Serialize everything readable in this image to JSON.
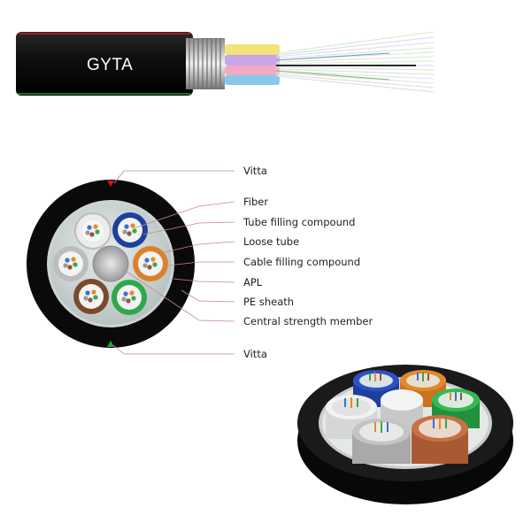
{
  "cable_brand": "GYTA",
  "callout_labels": [
    "Vitta",
    "Fiber",
    "Tube filling compound",
    "Loose tube",
    "Cable filling compound",
    "APL",
    "PE sheath",
    "Central strength member",
    "Vitta"
  ],
  "colors": {
    "sheath": "#0b0b0b",
    "tube_blue": "#1f3f9e",
    "tube_orange": "#d9822b",
    "tube_green": "#2ea84a",
    "tube_brown": "#7a4a2a",
    "tube_white": "#e9e9e9",
    "tube_grey": "#bdbdbd",
    "vitta_top": "#d01818",
    "vitta_bottom": "#1aa83a"
  }
}
